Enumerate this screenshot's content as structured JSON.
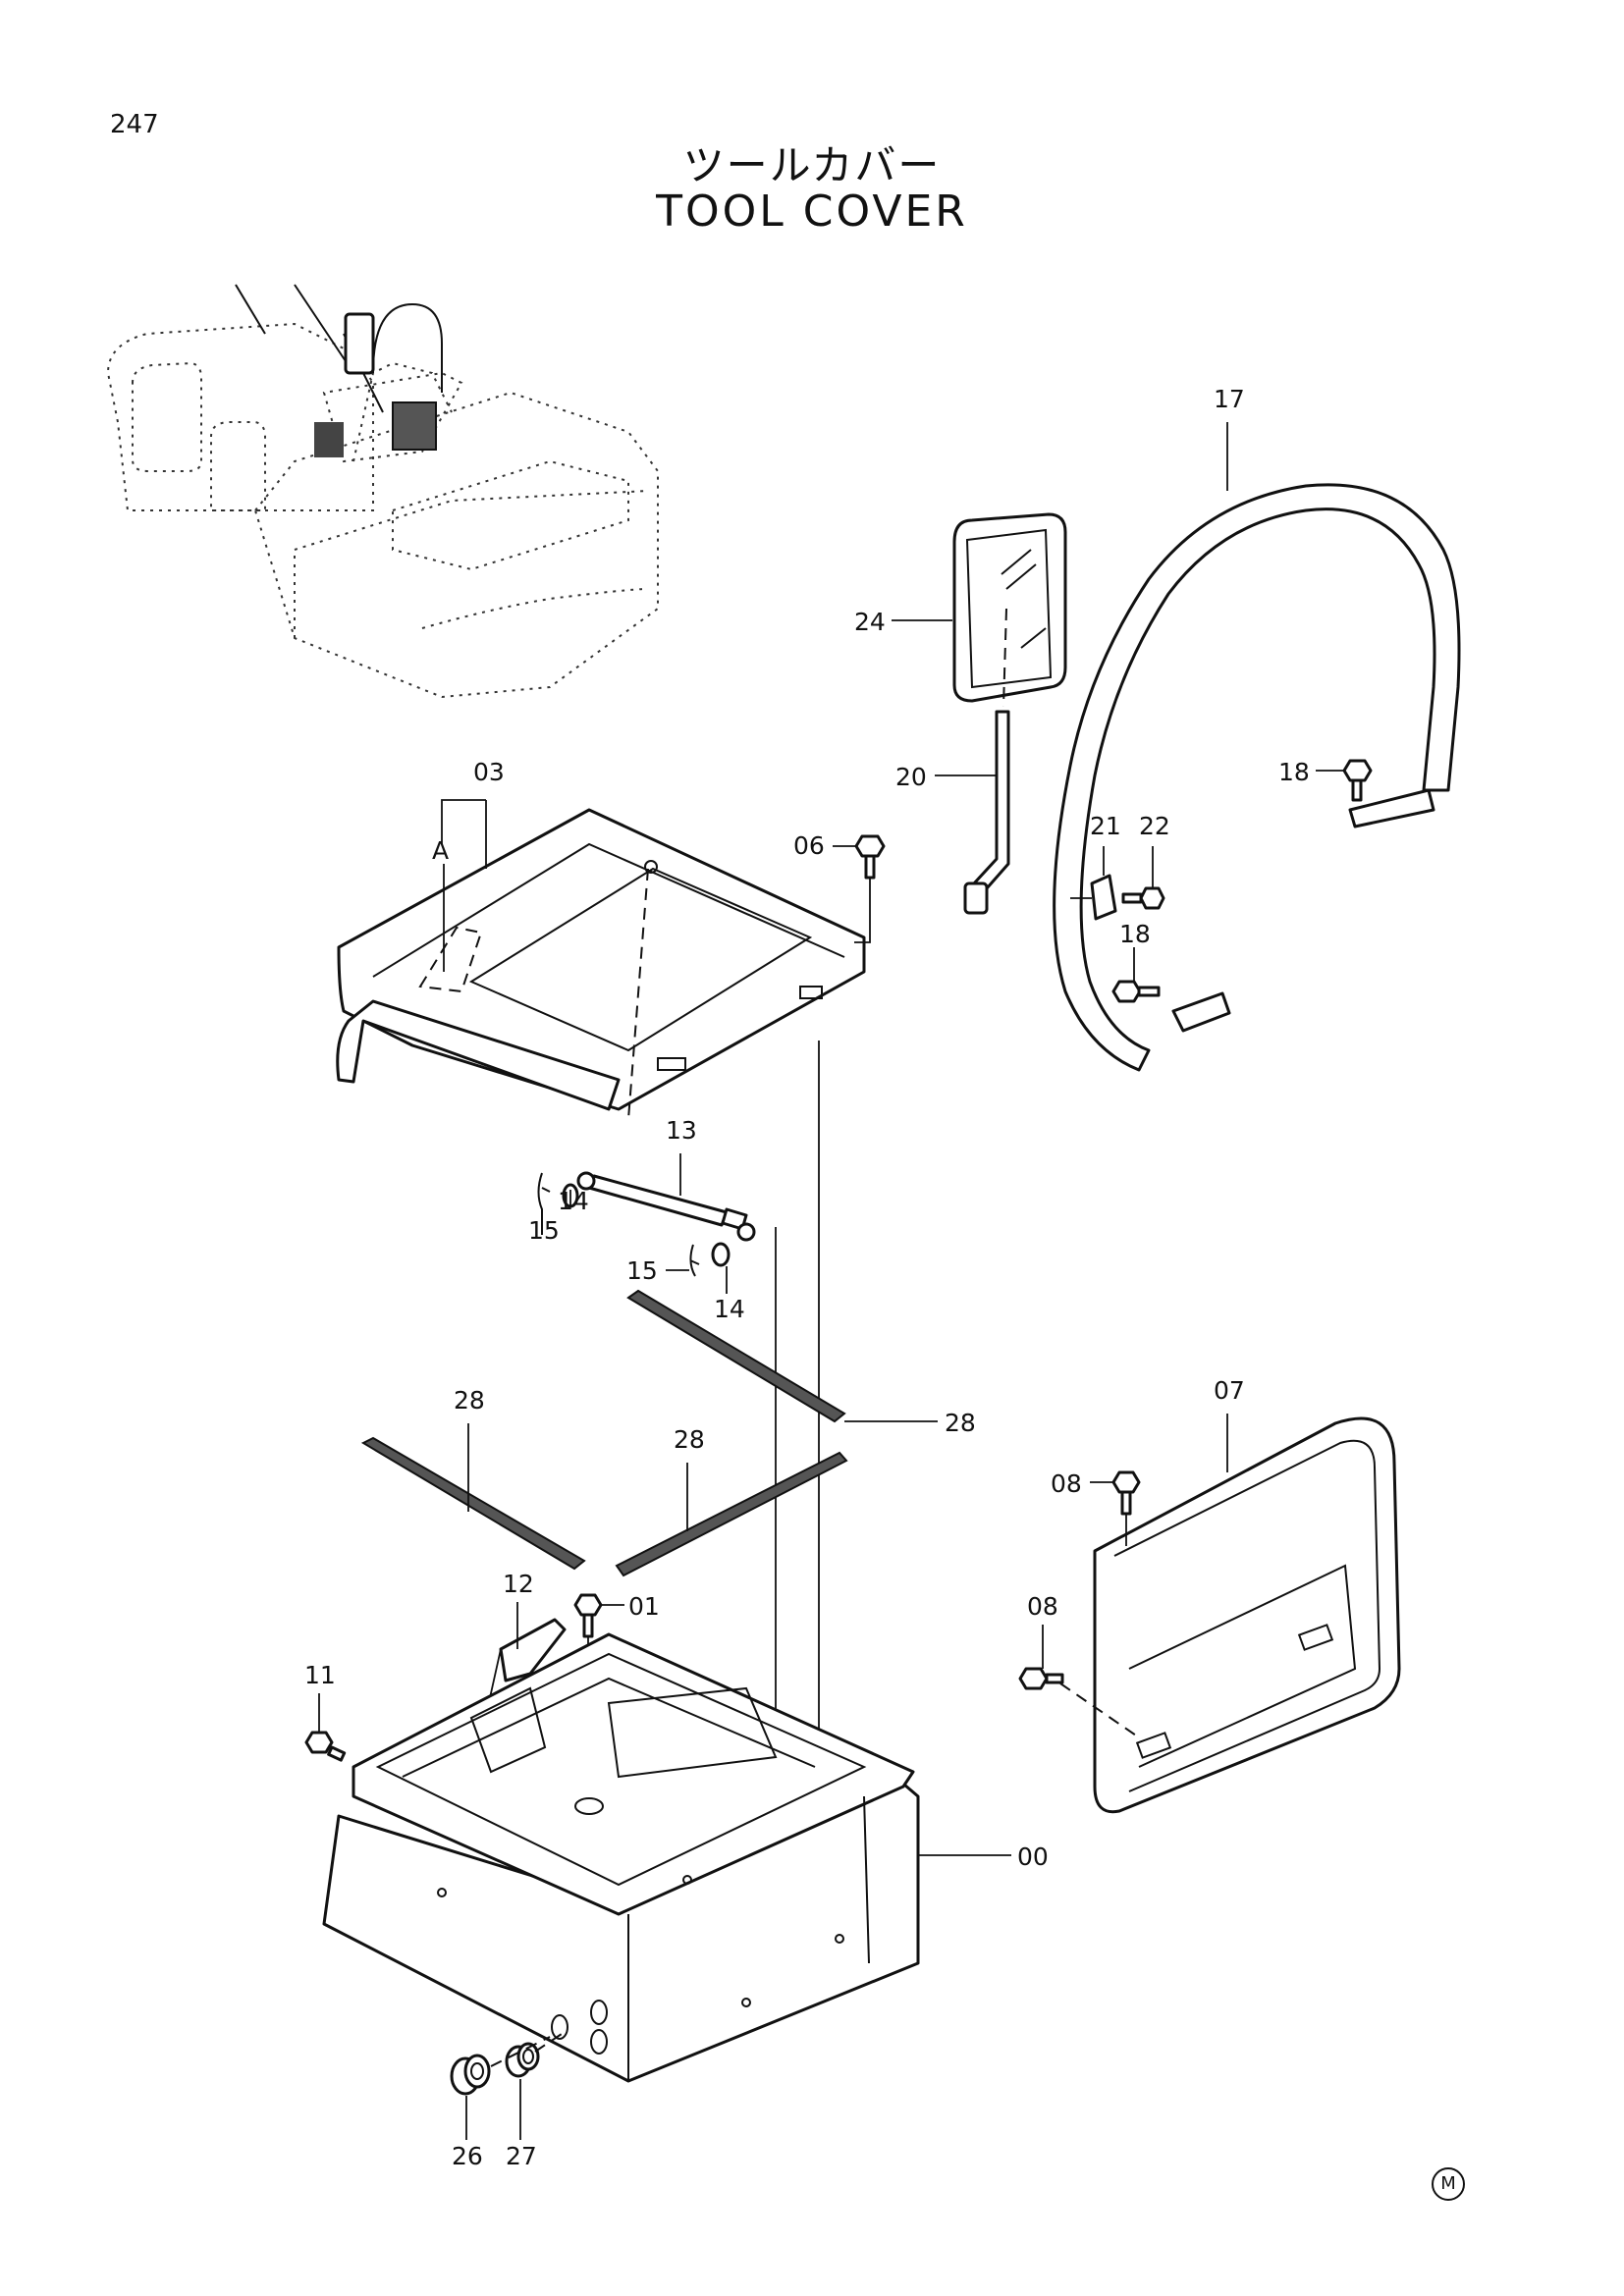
{
  "page_number": "247",
  "title_jp": "ツールカバー",
  "title_en": "TOOL COVER",
  "marker": "M",
  "labels": {
    "p00": "00",
    "p01": "01",
    "p03": "03",
    "pA": "A",
    "p06": "06",
    "p07": "07",
    "p08a": "08",
    "p08b": "08",
    "p11": "11",
    "p12": "12",
    "p13": "13",
    "p14a": "14",
    "p14b": "14",
    "p15a": "15",
    "p15b": "15",
    "p17": "17",
    "p18a": "18",
    "p18b": "18",
    "p20": "20",
    "p21": "21",
    "p22": "22",
    "p24": "24",
    "p26": "26",
    "p27": "27",
    "p28a": "28",
    "p28b": "28",
    "p28c": "28"
  }
}
